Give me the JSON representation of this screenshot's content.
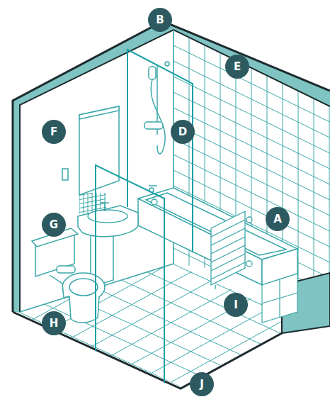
{
  "diagram": {
    "nodes": [
      {
        "text": [
          "B"
        ]
      },
      {
        "text": [
          "E"
        ]
      },
      {
        "text": [
          "F"
        ]
      },
      {
        "text": [
          "D"
        ]
      },
      {
        "text": [
          "A"
        ]
      },
      {
        "text": [
          "G"
        ]
      },
      {
        "text": [
          "I"
        ]
      },
      {
        "text": [
          "H"
        ]
      },
      {
        "text": [
          "J"
        ]
      }
    ]
  }
}
